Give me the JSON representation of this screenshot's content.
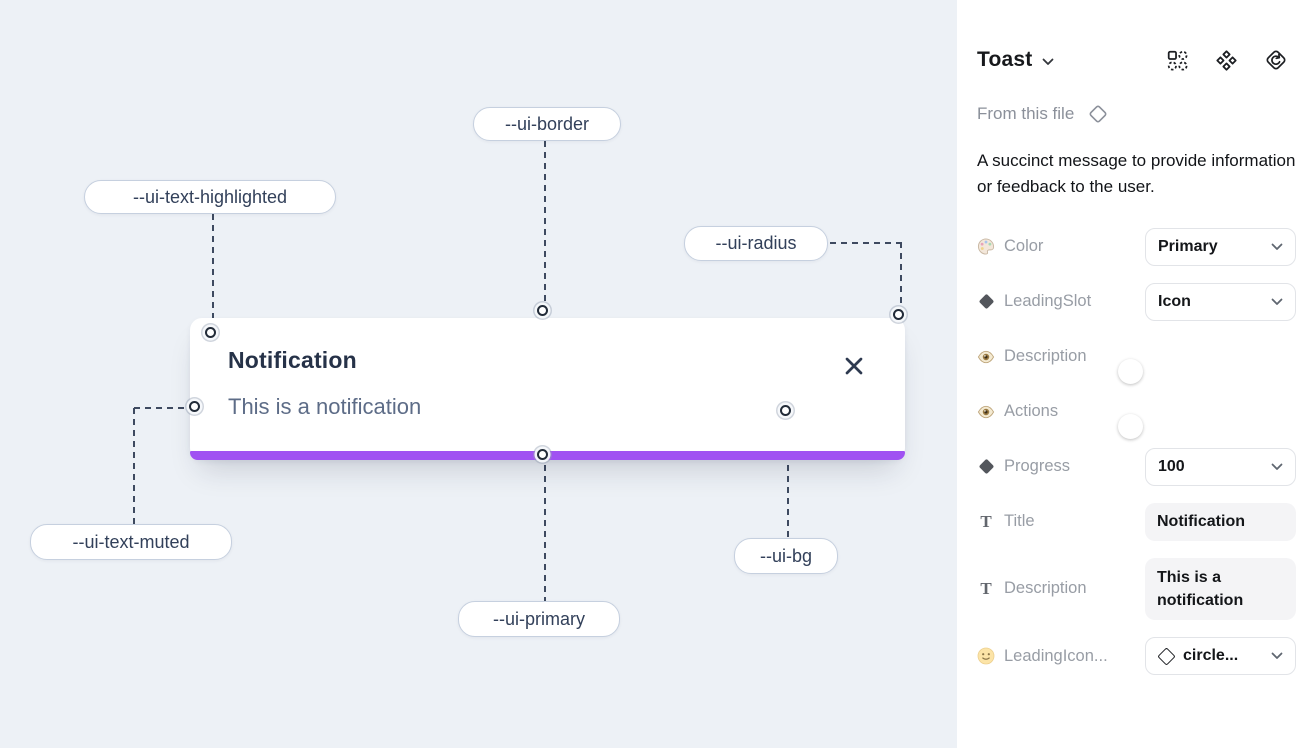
{
  "colors": {
    "ui_primary_accent": "#a052f2",
    "toggle_on": "#209cf4",
    "canvas_bg": "#edf1f6"
  },
  "canvas": {
    "toast": {
      "title": "Notification",
      "description": "This is a notification"
    },
    "labels": {
      "border": "--ui-border",
      "text_highlighted": "--ui-text-highlighted",
      "radius": "--ui-radius",
      "text_muted": "--ui-text-muted",
      "primary": "--ui-primary",
      "bg": "--ui-bg"
    }
  },
  "panel": {
    "title": "Toast",
    "source_label": "From this file",
    "description": "A succinct message to provide information or feedback to the user.",
    "icons": [
      "instance-grid-icon",
      "component-icon",
      "revert-diamond-icon"
    ],
    "props": {
      "color": {
        "label": "Color",
        "value": "Primary"
      },
      "leading_slot": {
        "label": "LeadingSlot",
        "value": "Icon"
      },
      "description_toggle": {
        "label": "Description",
        "state": "on"
      },
      "actions_toggle": {
        "label": "Actions",
        "state": "on"
      },
      "progress": {
        "label": "Progress",
        "value": "100"
      },
      "title_field": {
        "label": "Title",
        "value": "Notification"
      },
      "description_field": {
        "label": "Description",
        "value": "This is a notification"
      },
      "leading_icon": {
        "label": "LeadingIcon...",
        "value": "circle..."
      }
    }
  }
}
